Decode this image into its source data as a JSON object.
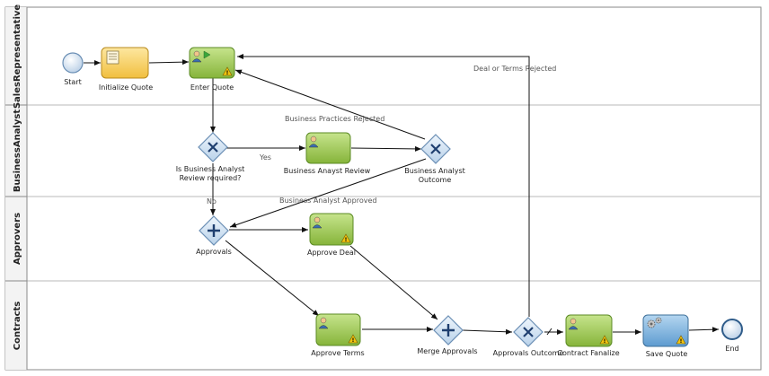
{
  "lanes": [
    {
      "id": "sales",
      "title": "SalesRepresentative"
    },
    {
      "id": "ba",
      "title": "BusinessAnalyst"
    },
    {
      "id": "approvers",
      "title": "Approvers"
    },
    {
      "id": "contracts",
      "title": "Contracts"
    }
  ],
  "nodes": {
    "start": {
      "label": "Start"
    },
    "init_quote": {
      "label": "Initialize Quote"
    },
    "enter_quote": {
      "label": "Enter Quote"
    },
    "ba_required": {
      "label_1": "Is Business Analyst",
      "label_2": "Review required?"
    },
    "ba_review": {
      "label": "Business Anayst Review"
    },
    "ba_outcome": {
      "label_1": "Business Analyst",
      "label_2": "Outcome"
    },
    "approvals": {
      "label": "Approvals"
    },
    "approve_deal": {
      "label": "Approve Deal"
    },
    "approve_terms": {
      "label": "Approve Terms"
    },
    "merge_approvals": {
      "label": "Merge Approvals"
    },
    "approvals_outcome": {
      "label": "Approvals Outcome"
    },
    "contract_finalize": {
      "label": "Contract Fanalize"
    },
    "save_quote": {
      "label": "Save Quote"
    },
    "end": {
      "label": "End"
    }
  },
  "edge_labels": {
    "deal_rejected": "Deal or Terms Rejected",
    "practices_rejected": "Business Practices Rejected",
    "yes": "Yes",
    "no": "No",
    "ba_approved": "Business Analyst Approved"
  },
  "colors": {
    "human_task_fill": "#9ccb4e",
    "script_task_fill": "#f7d36b",
    "service_task_fill": "#7fb6de",
    "gateway_fill": "#d6e6f5",
    "event_fill": "#dbe7f3",
    "warning": "#f1c40f"
  }
}
